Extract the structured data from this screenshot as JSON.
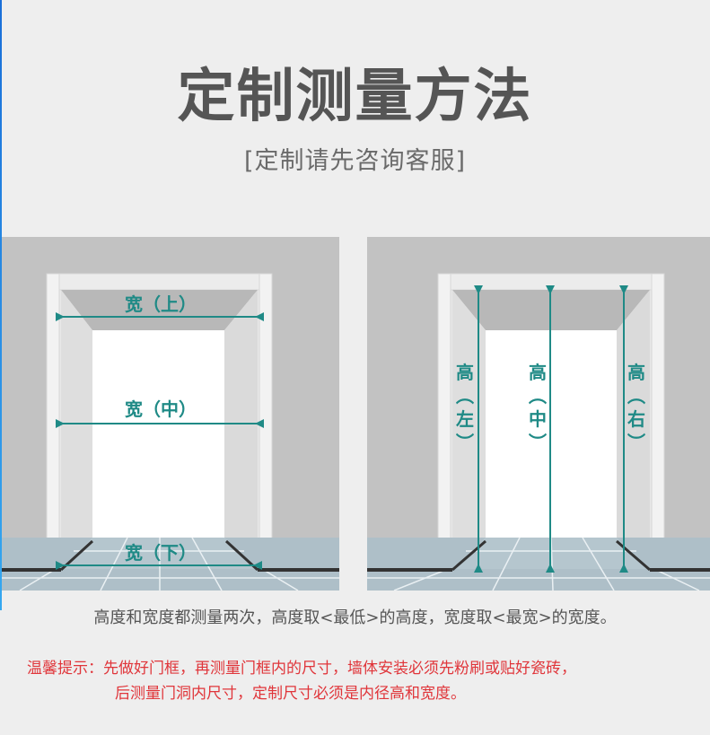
{
  "header": {
    "title": "定制测量方法",
    "subtitle": "[定制请先咨询客服]"
  },
  "width_diagram": {
    "labels": {
      "top": "宽（上）",
      "middle": "宽（中）",
      "bottom": "宽（下）"
    }
  },
  "height_diagram": {
    "labels": {
      "left": {
        "main": "高",
        "paren_open": "︵",
        "pos": "左",
        "paren_close": "︶"
      },
      "middle": {
        "main": "高",
        "paren_open": "︵",
        "pos": "中",
        "paren_close": "︶"
      },
      "right": {
        "main": "高",
        "paren_open": "︵",
        "pos": "右",
        "paren_close": "︶"
      }
    }
  },
  "note": "高度和宽度都测量两次，高度取<最低>的高度，宽度取<最宽>的宽度。",
  "tip": {
    "line1": "温馨提示：先做好门框，再测量门框内的尺寸，墙体安装必须先粉刷或贴好瓷砖，",
    "line2": "后测量门洞内尺寸，定制尺寸必须是内径高和宽度。"
  },
  "colors": {
    "accent": "#1f8a86",
    "warning": "#e0353a",
    "title": "#555555",
    "wall": "#c2c2c2",
    "background": "#eeeeee"
  }
}
